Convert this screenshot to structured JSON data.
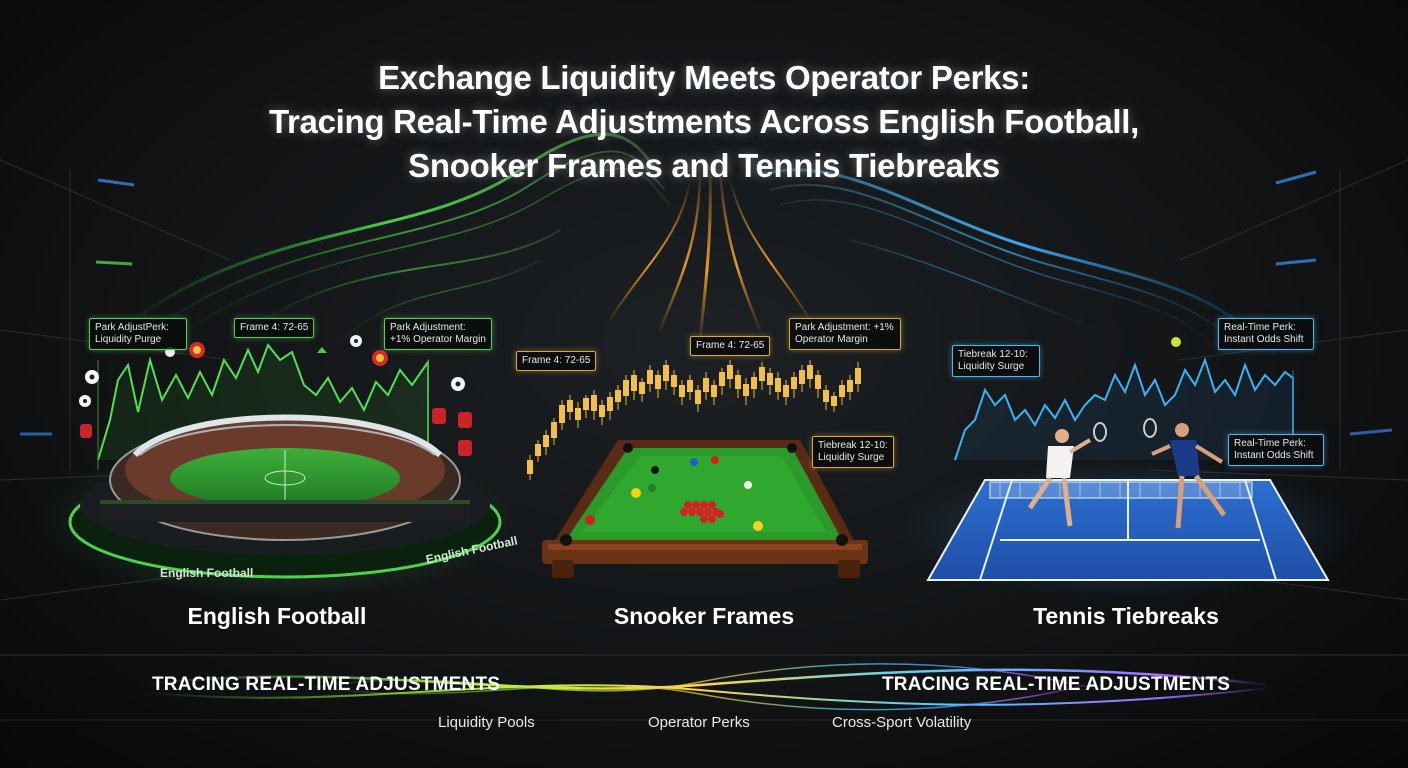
{
  "title": {
    "line1": "Exchange Liquidity Meets Operator Perks:",
    "line2": "Tracing Real-Time Adjustments Across English Football,",
    "line3": "Snooker Frames and Tennis Tiebreaks"
  },
  "panels": {
    "football": {
      "label": "English Football",
      "ribbon_front": "English Football",
      "ribbon_side": "English Football",
      "callouts": [
        "Park AdjustPerk: Liquidity Purge",
        "Frame 4: 72-65",
        "Park Adjustment: +1% Operator Margin"
      ],
      "accent": "#4fd14f"
    },
    "snooker": {
      "label": "Snooker Frames",
      "callouts": [
        "Frame 4: 72-65",
        "Frame 4: 72-65",
        "Park Adjustment: +1% Operator Margin",
        "Tiebreak 12-10: Liquidity Surge"
      ],
      "accent": "#d9a83a"
    },
    "tennis": {
      "label": "Tennis Tiebreaks",
      "callouts": [
        "Tiebreak 12-10: Liquidity Surge",
        "Real-Time Perk: Instant Odds Shift",
        "Real-Time Perk: Instant Odds Shift"
      ],
      "accent": "#4ab8f0"
    }
  },
  "bottom": {
    "band_left": "TRACING REAL-TIME ADJUSTMENTS",
    "band_right": "TRACING REAL-TIME ADJUSTMENTS",
    "subs": [
      "Liquidity Pools",
      "Operator Perks",
      "Cross-Sport Volatility"
    ]
  },
  "colors": {
    "green": "#4fd14f",
    "gold": "#d9a83a",
    "blue": "#4ab8f0",
    "background": "#0c0e10"
  }
}
